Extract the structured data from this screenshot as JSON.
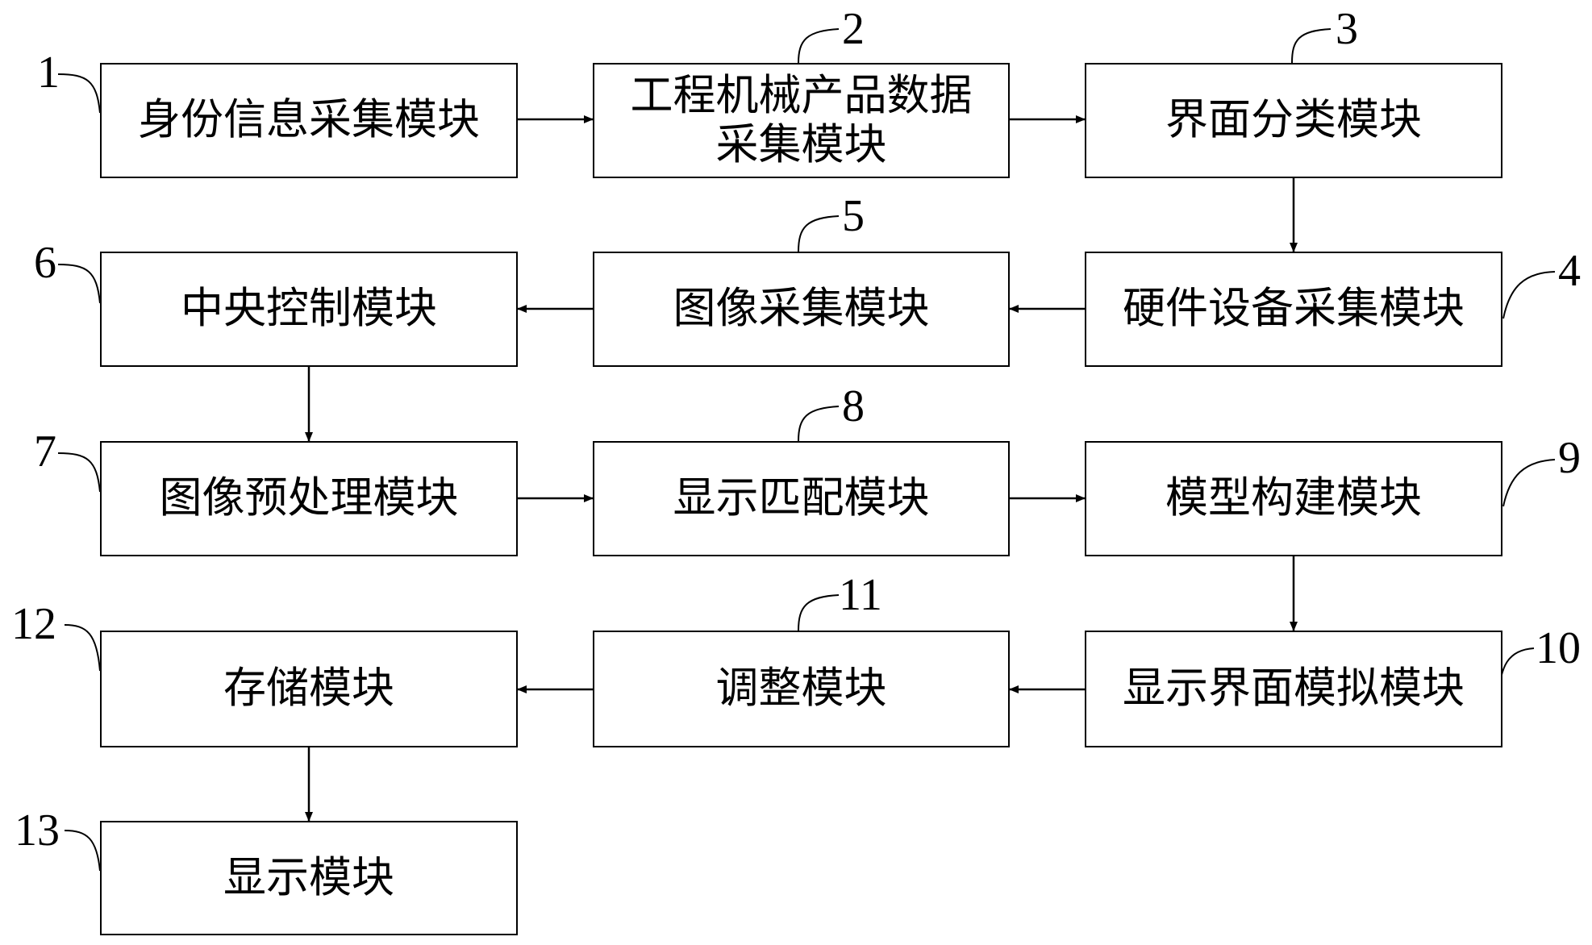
{
  "modules": [
    {
      "id": "1",
      "label": "身份信息采集模块"
    },
    {
      "id": "2",
      "label": "工程机械产品数据\n采集模块"
    },
    {
      "id": "3",
      "label": "界面分类模块"
    },
    {
      "id": "4",
      "label": "硬件设备采集模块"
    },
    {
      "id": "5",
      "label": "图像采集模块"
    },
    {
      "id": "6",
      "label": "中央控制模块"
    },
    {
      "id": "7",
      "label": "图像预处理模块"
    },
    {
      "id": "8",
      "label": "显示匹配模块"
    },
    {
      "id": "9",
      "label": "模型构建模块"
    },
    {
      "id": "10",
      "label": "显示界面模拟模块"
    },
    {
      "id": "11",
      "label": "调整模块"
    },
    {
      "id": "12",
      "label": "存储模块"
    },
    {
      "id": "13",
      "label": "显示模块"
    }
  ],
  "flow": [
    [
      "1",
      "2"
    ],
    [
      "2",
      "3"
    ],
    [
      "3",
      "4"
    ],
    [
      "4",
      "5"
    ],
    [
      "5",
      "6"
    ],
    [
      "6",
      "7"
    ],
    [
      "7",
      "8"
    ],
    [
      "8",
      "9"
    ],
    [
      "9",
      "10"
    ],
    [
      "10",
      "11"
    ],
    [
      "11",
      "12"
    ],
    [
      "12",
      "13"
    ]
  ]
}
